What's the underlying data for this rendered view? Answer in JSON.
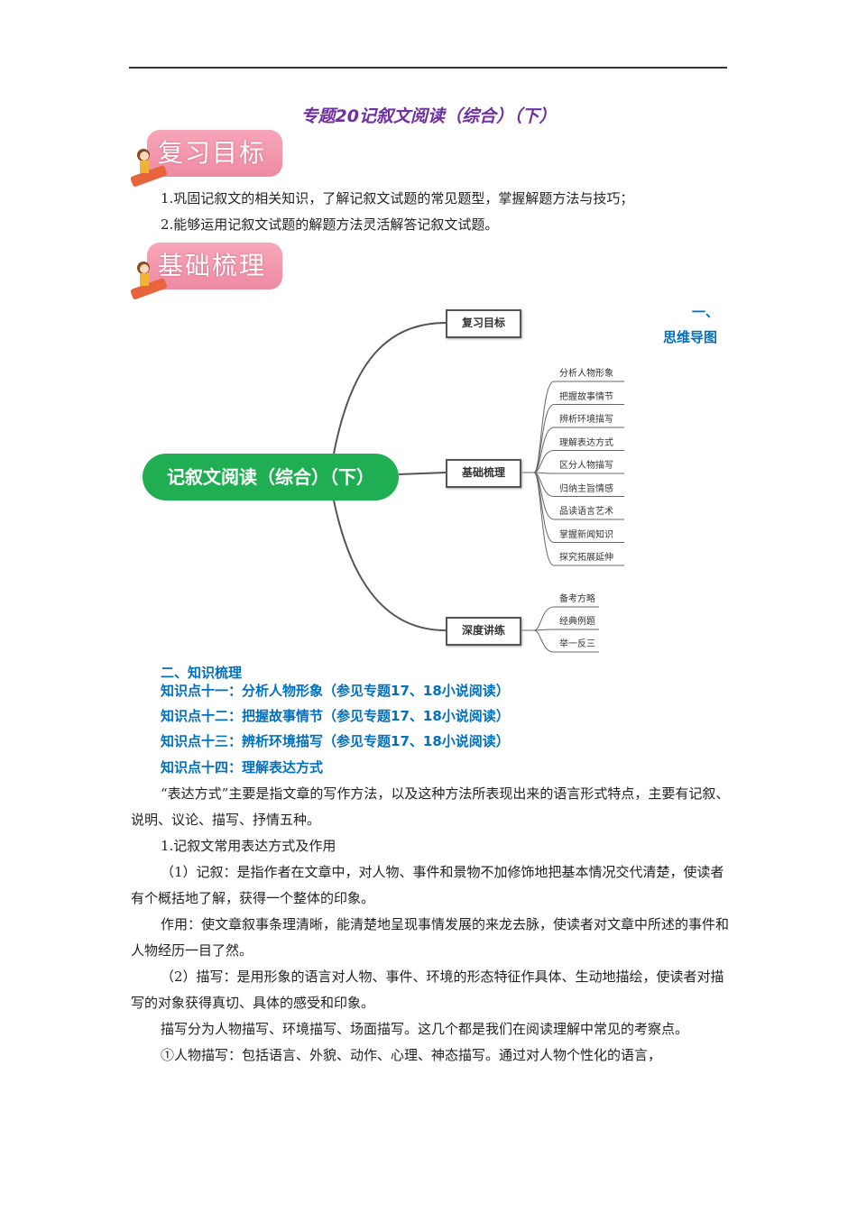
{
  "title": "专题20记叙文阅读（综合）（下）",
  "banners": {
    "review_goals": "复习目标",
    "basics": "基础梳理"
  },
  "objectives": [
    "1.巩固记叙文的相关知识，了解记叙文试题的常见题型，掌握解题方法与技巧；",
    "2.能够运用记叙文试题的解题方法灵活解答记叙文试题。"
  ],
  "mindmap_heading": {
    "number": "一、",
    "label": "思维导图"
  },
  "mindmap": {
    "center": "记叙文阅读（综合）（下）",
    "branches": [
      {
        "label": "复习目标",
        "leaves": []
      },
      {
        "label": "基础梳理",
        "leaves": [
          "分析人物形象",
          "把握故事情节",
          "辨析环境描写",
          "理解表达方式",
          "区分人物描写",
          "归纳主旨情感",
          "品读语言艺术",
          "掌握新闻知识",
          "探究拓展延伸"
        ]
      },
      {
        "label": "深度讲练",
        "leaves": [
          "备考方略",
          "经典例题",
          "举一反三"
        ]
      }
    ]
  },
  "section2": {
    "heading": "二、知识梳理",
    "points": [
      "知识点十一：分析人物形象（参见专题17、18小说阅读）",
      "知识点十二：把握故事情节（参见专题17、18小说阅读）",
      "知识点十三：辨析环境描写（参见专题17、18小说阅读）",
      "知识点十四：理解表达方式"
    ],
    "paragraphs": [
      "“表达方式”主要是指文章的写作方法，以及这种方法所表现出来的语言形式特点，主要有记叙、说明、议论、描写、抒情五种。",
      "1.记叙文常用表达方式及作用",
      "（1）记叙：是指作者在文章中，对人物、事件和景物不加修饰地把基本情况交代清楚，使读者有个概括地了解，获得一个整体的印象。",
      "作用：使文章叙事条理清晰，能清楚地呈现事情发展的来龙去脉，使读者对文章中所述的事件和人物经历一目了然。",
      "（2）描写：是用形象的语言对人物、事件、环境的形态特征作具体、生动地描绘，使读者对描写的对象获得真切、具体的感受和印象。",
      "描写分为人物描写、环境描写、场面描写。这几个都是我们在阅读理解中常见的考察点。",
      "①人物描写：包括语言、外貌、动作、心理、神态描写。通过对人物个性化的语言，"
    ]
  },
  "colors": {
    "title": "#7030a0",
    "heading": "#0070c0",
    "center": "#1fae52",
    "banner": "#f29ab0"
  }
}
